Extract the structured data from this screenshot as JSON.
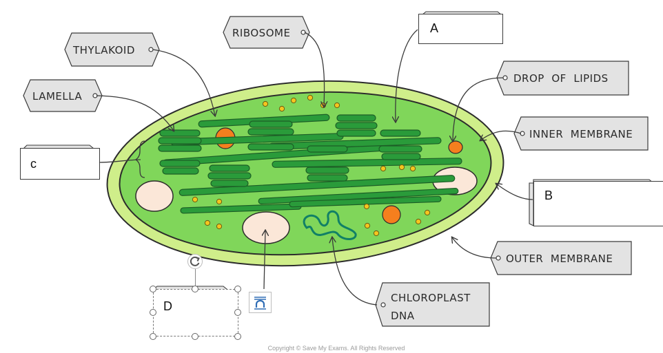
{
  "labels": {
    "thylakoid": "THYLAKOID",
    "ribosome": "RIBOSOME",
    "lamella": "LAMELLA",
    "drop_of_lipids": "DROP  OF  LIPIDS",
    "inner_membrane": "INNER  MEMBRANE",
    "outer_membrane": "OUTER  MEMBRANE",
    "chloroplast_dna_line1": "CHLOROPLAST",
    "chloroplast_dna_line2": "DNA"
  },
  "answer_boxes": {
    "a": "A",
    "b": "B",
    "c": "c",
    "d": "D"
  },
  "copyright": "Copyright © Save My Exams. All Rights Reserved",
  "icons": {
    "rotate": "rotate-handle-icon",
    "layout": "layout-options-icon"
  },
  "colors": {
    "outer_membrane": "#cfee8a",
    "stroma": "#80d65a",
    "thylakoid": "#2a9b3a",
    "lipid_drop": "#f57f1e",
    "ribosome": "#f4c51f",
    "starch": "#fbe7d8",
    "tag_fill": "#e3e3e3"
  }
}
